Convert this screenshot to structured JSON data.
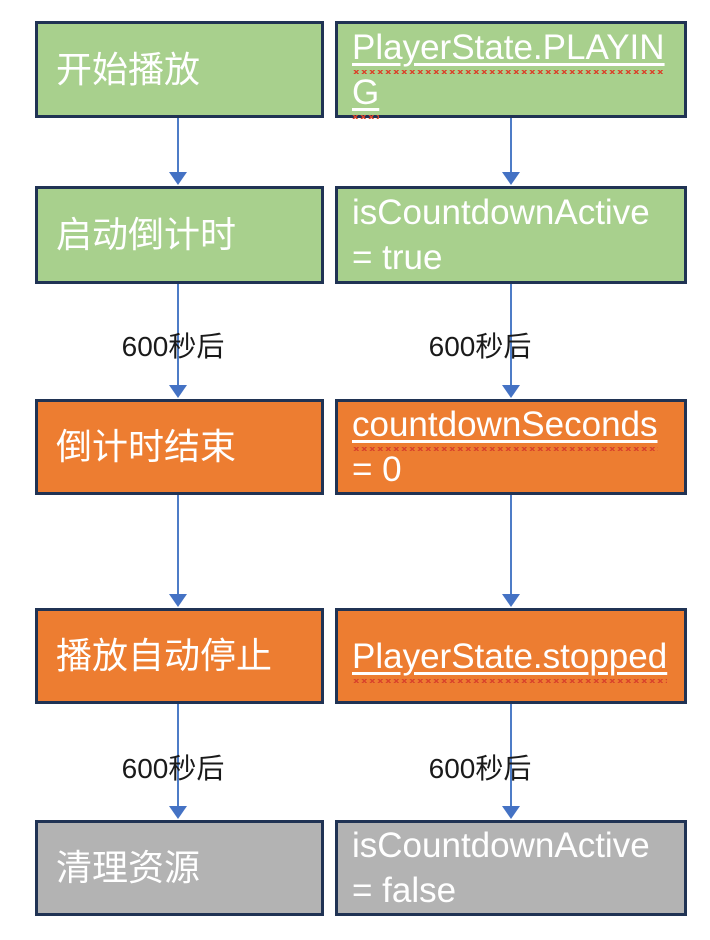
{
  "diagram": {
    "type": "flowchart",
    "columns": 2,
    "left_column": [
      {
        "text": "开始播放",
        "state": "green"
      },
      {
        "text": "启动倒计时",
        "state": "green"
      },
      {
        "text": "倒计时结束",
        "state": "orange"
      },
      {
        "text": "播放自动停止",
        "state": "orange"
      },
      {
        "text": "清理资源",
        "state": "gray"
      }
    ],
    "right_column": [
      {
        "word": "PlayerState.PLAYING",
        "rest": "",
        "state": "green",
        "squiggle": true
      },
      {
        "word": "",
        "rest": "isCountdownActive = true",
        "state": "green",
        "squiggle": false
      },
      {
        "word": "countdownSeconds",
        "rest": " = 0",
        "state": "orange",
        "squiggle": true
      },
      {
        "word": "PlayerState.stopped",
        "rest": "",
        "state": "orange",
        "squiggle": true
      },
      {
        "word": "",
        "rest": "isCountdownActive = false",
        "state": "gray",
        "squiggle": false
      }
    ],
    "edge_labels": {
      "left_mid": "600秒后",
      "right_mid": "600秒后",
      "left_bottom": "600秒后",
      "right_bottom": "600秒后"
    },
    "colors": {
      "box_green": "#a8d08d",
      "box_orange": "#ed7d31",
      "box_gray": "#b3b3b3",
      "box_border": "#203354",
      "arrow_blue": "#4472c4",
      "squiggle_red": "#d9442b",
      "box_text": "#ffffff",
      "edge_label_text": "#1a1a1a",
      "background": "#ffffff"
    }
  }
}
